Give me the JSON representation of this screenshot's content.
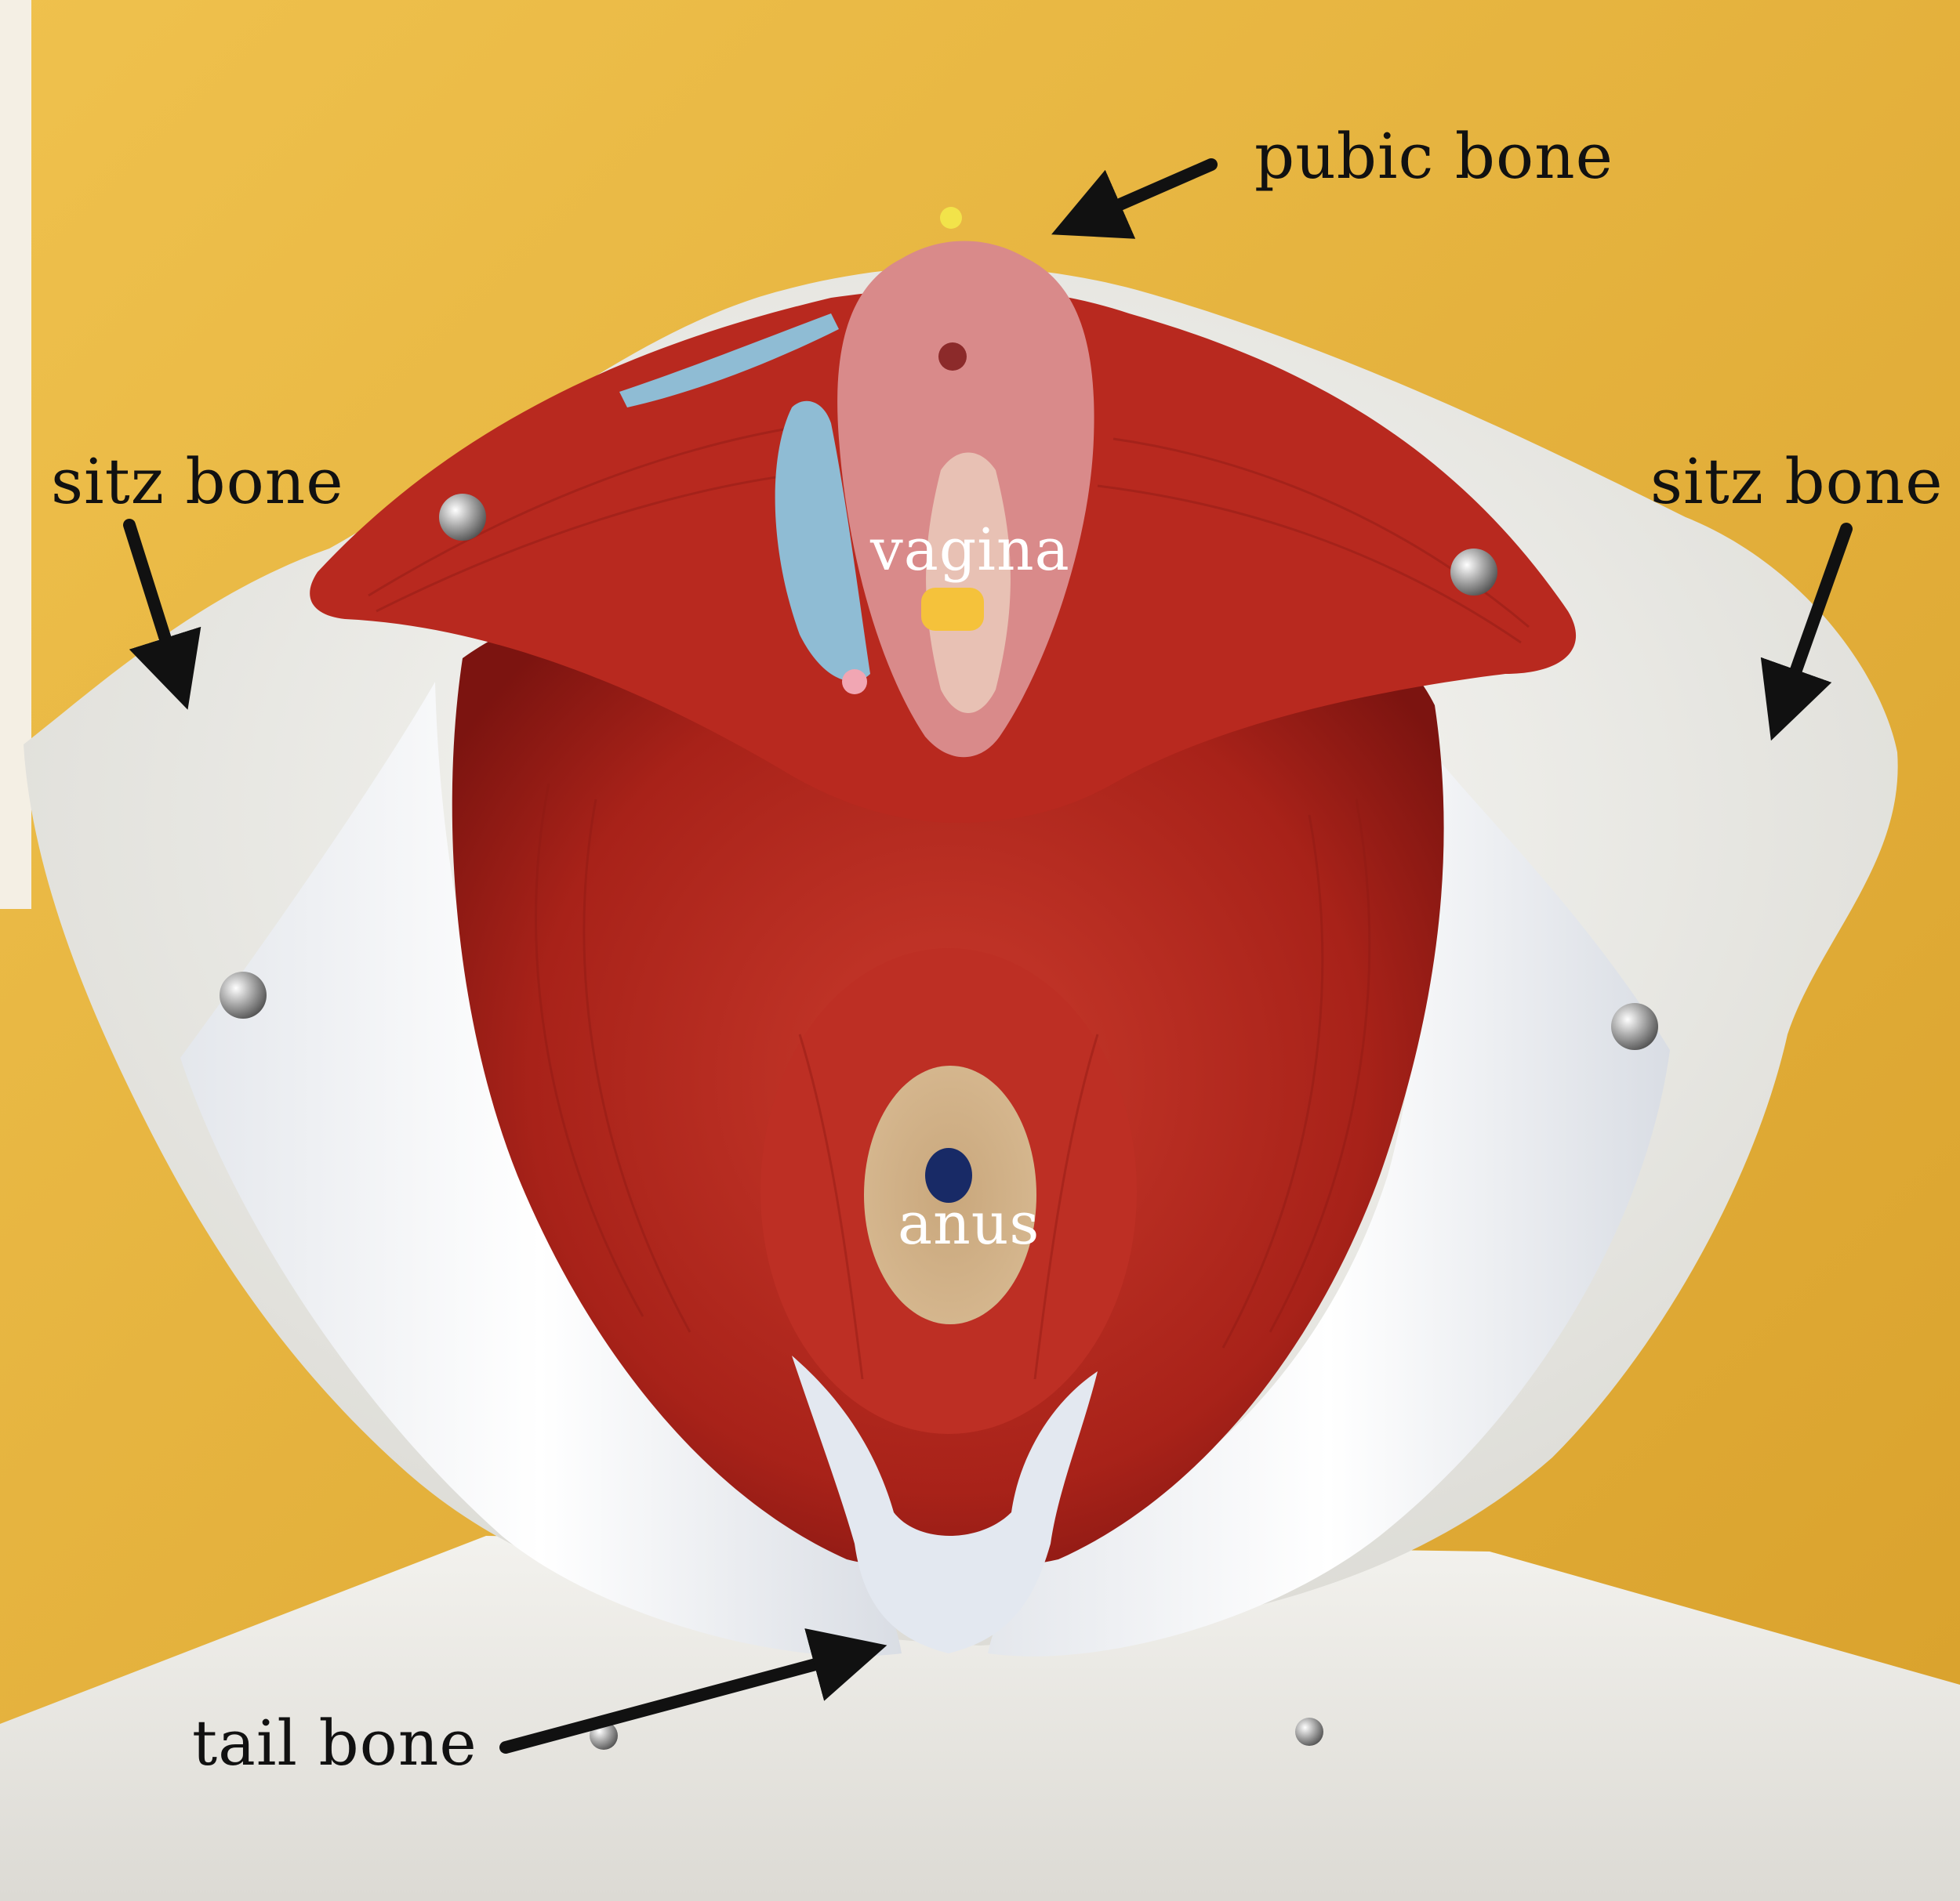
{
  "image": {
    "subject": "anatomical model of the female pelvic floor",
    "colors": {
      "background": "#e8b43c",
      "muscle": "#b52a22",
      "bone": "#f2f2ef",
      "arrow": "#111111",
      "label_dark": "#111111",
      "label_light": "#ffffff"
    }
  },
  "labels": {
    "pubic_bone": "pubic bone",
    "sitz_bone_left": "sitz bone",
    "sitz_bone_right": "sitz bone",
    "vagina": "vagina",
    "anus": "anus",
    "tail_bone": "tail bone"
  }
}
